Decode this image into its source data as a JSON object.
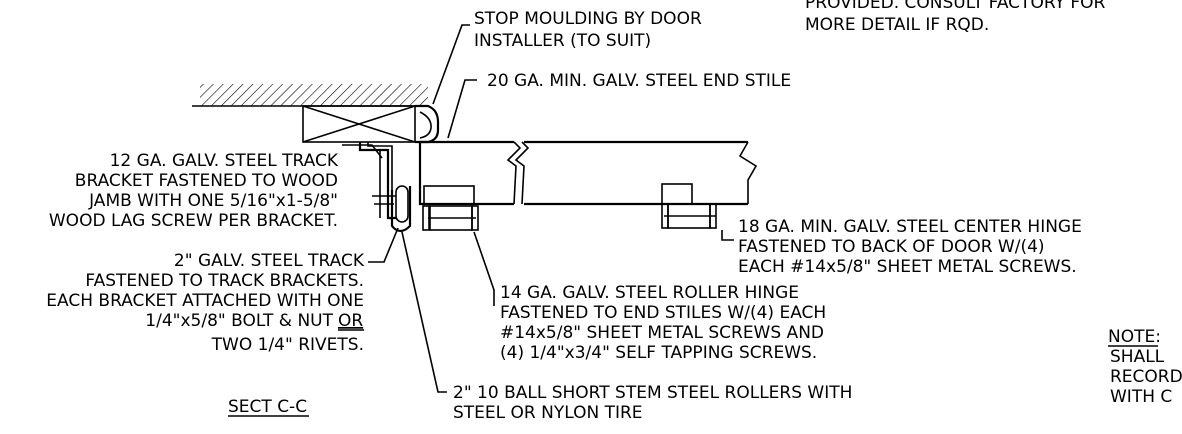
{
  "notes": {
    "top_right": [
      "PROVIDED. CONSULT FACTORY FOR",
      "MORE DETAIL IF RQD."
    ],
    "stop_moulding": [
      "STOP MOULDING BY DOOR",
      "INSTALLER (TO SUIT)"
    ],
    "end_stile": [
      "20 GA. MIN. GALV. STEEL END STILE"
    ],
    "track_bracket": [
      "12 GA. GALV. STEEL TRACK",
      "BRACKET FASTENED TO WOOD",
      "JAMB WITH ONE 5/16\"x1-5/8\"",
      "WOOD LAG SCREW PER BRACKET."
    ],
    "track": [
      "2\" GALV. STEEL TRACK",
      "FASTENED TO TRACK BRACKETS.",
      "EACH BRACKET ATTACHED WITH ONE",
      "1/4\"x5/8\" BOLT & NUT",
      "OR",
      "TWO 1/4\" RIVETS."
    ],
    "center_hinge": [
      "18 GA. MIN. GALV. STEEL CENTER HINGE",
      "FASTENED TO BACK OF DOOR W/(4)",
      "EACH #14x5/8\" SHEET METAL SCREWS."
    ],
    "roller_hinge": [
      "14 GA. GALV. STEEL ROLLER HINGE",
      "FASTENED TO END STILES W/(4) EACH",
      "#14x5/8\" SHEET METAL SCREWS AND",
      "(4) 1/4\"x3/4\" SELF TAPPING SCREWS."
    ],
    "rollers": [
      "2\" 10 BALL SHORT STEM STEEL ROLLERS WITH",
      "STEEL OR NYLON TIRE"
    ],
    "note_head": "NOTE:",
    "note_fragments": [
      "SHALL",
      "RECORD",
      "WITH C"
    ]
  },
  "section_title": "SECT C-C"
}
